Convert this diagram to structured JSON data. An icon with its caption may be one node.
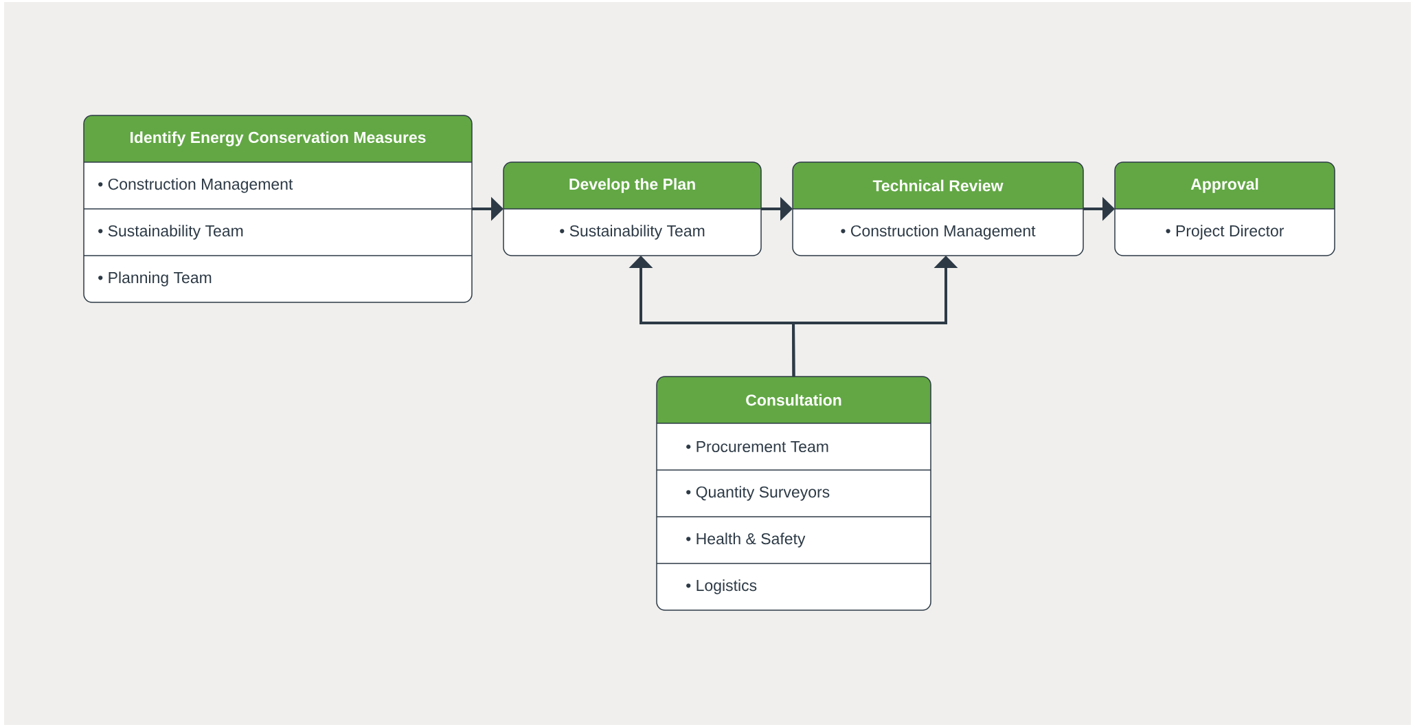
{
  "diagram": {
    "nodes": [
      {
        "text": [
          "Identify Energy Conservation Measures",
          "• Construction Management",
          "• Sustainability Team",
          "• Planning Team"
        ]
      },
      {
        "text": [
          "Develop the Plan",
          "• Sustainability Team"
        ]
      },
      {
        "text": [
          "Technical Review",
          "• Construction Management"
        ]
      },
      {
        "text": [
          "Approval",
          "• Project Director"
        ]
      },
      {
        "text": [
          "Consultation",
          "• Procurement Team",
          "• Quantity Surveyors",
          "• Health & Safety",
          "• Logistics"
        ]
      }
    ],
    "edges": [
      {
        "from": 0,
        "to": 1,
        "arrow": "to"
      },
      {
        "from": 1,
        "to": 2,
        "arrow": "to"
      },
      {
        "from": 2,
        "to": 3,
        "arrow": "to"
      },
      {
        "from": 4,
        "to": 1,
        "arrow": "to"
      },
      {
        "from": 4,
        "to": 2,
        "arrow": "to"
      }
    ]
  }
}
